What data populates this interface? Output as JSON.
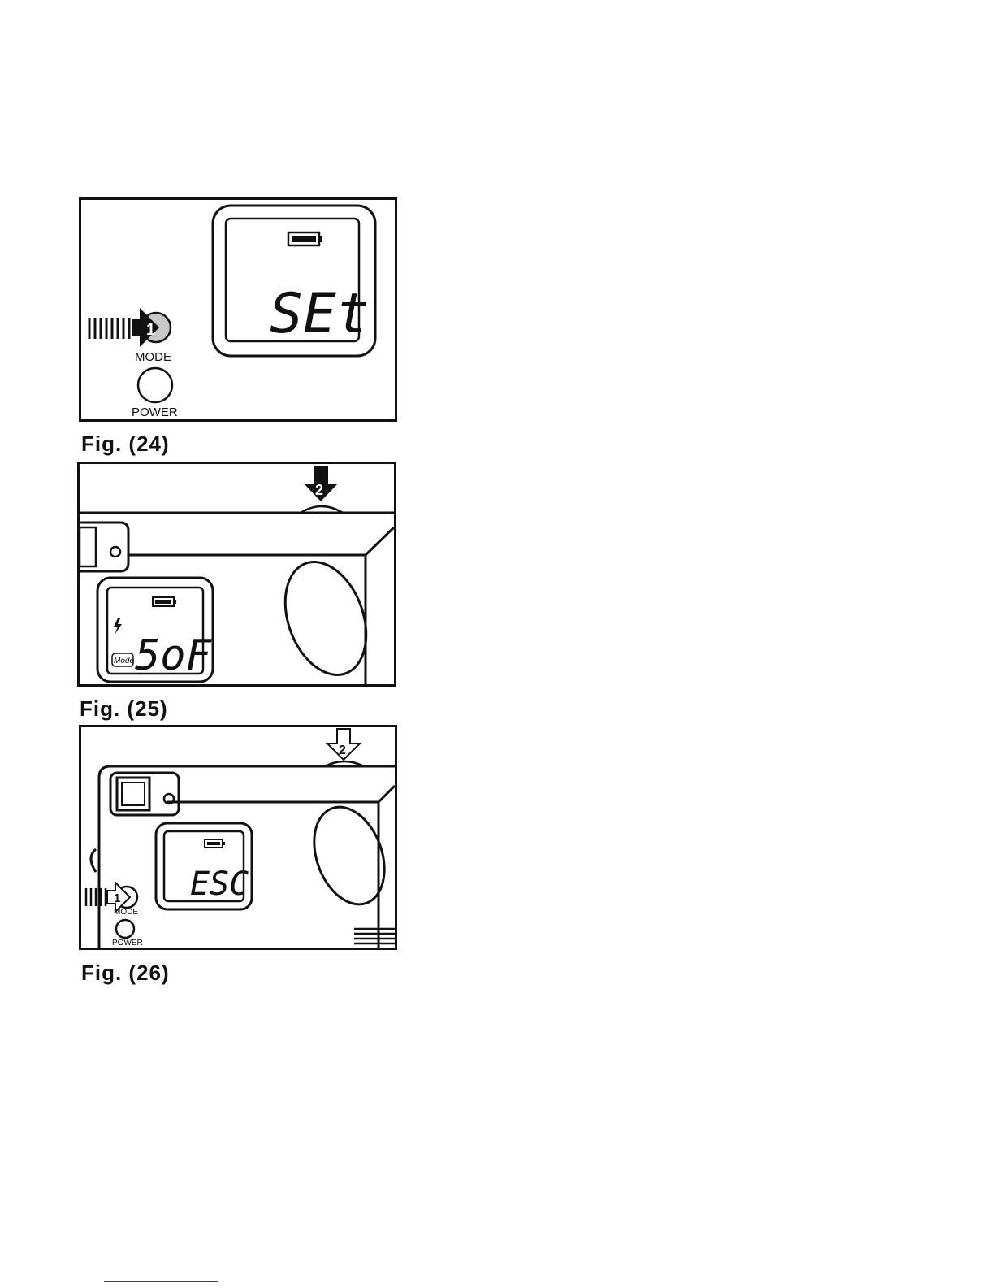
{
  "figures": [
    {
      "caption": "Fig. (24)",
      "lcd_text": "SEt",
      "step_marker": "1",
      "mode_label": "MODE",
      "power_label": "POWER"
    },
    {
      "caption": "Fig. (25)",
      "lcd_text": "5oF",
      "step_marker": "2",
      "mode_icon_text": "Mode"
    },
    {
      "caption": "Fig. (26)",
      "lcd_text": "ESC",
      "step_marker_1": "1",
      "step_marker_2": "2",
      "mode_label": "MODE",
      "power_label": "POWER"
    }
  ]
}
